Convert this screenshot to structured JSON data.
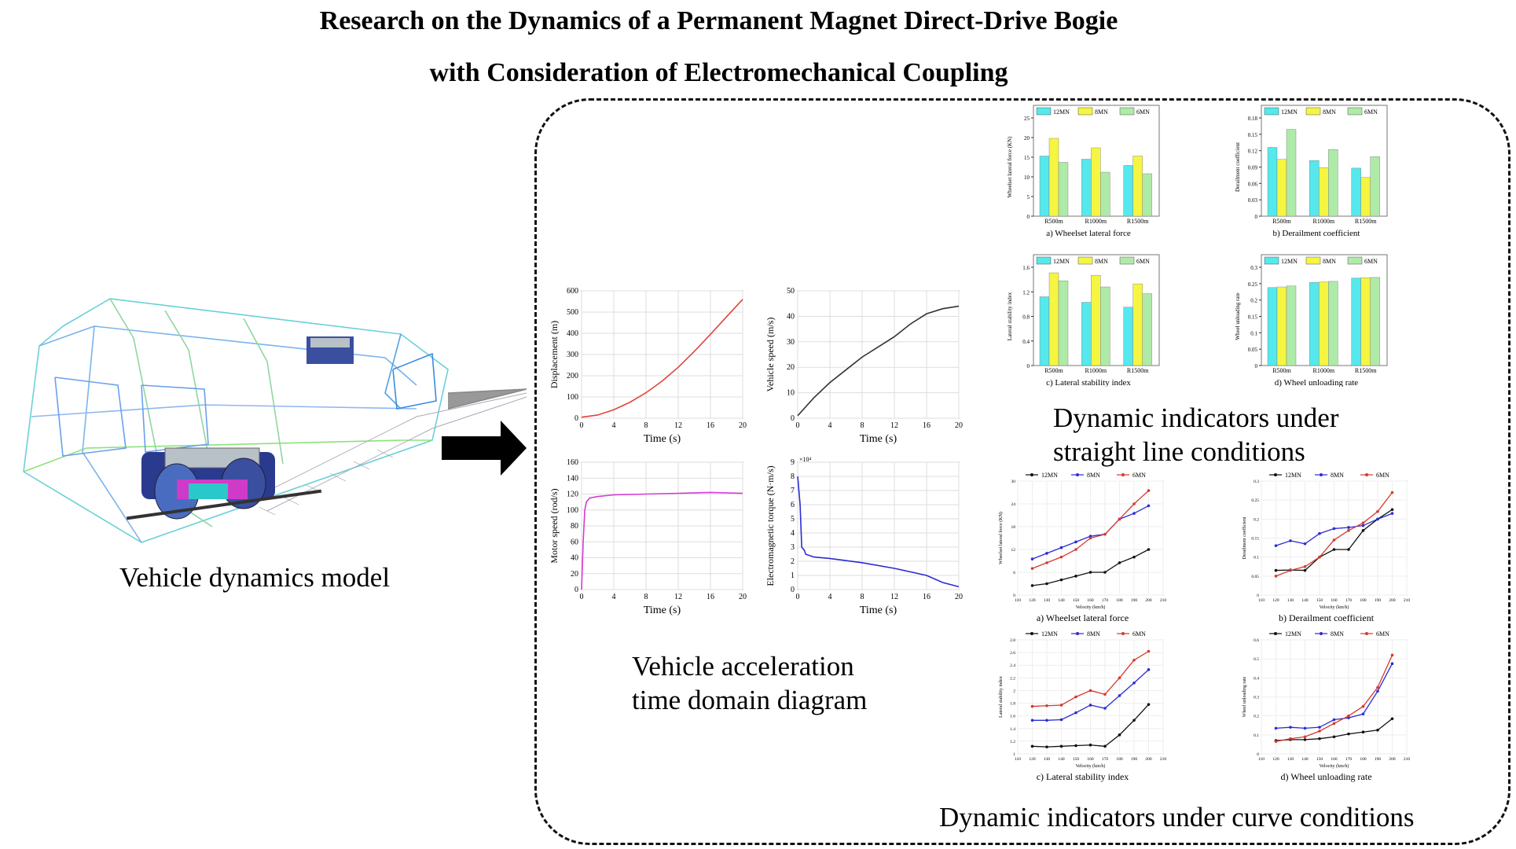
{
  "title_line1": "Research on the Dynamics of a Permanent Magnet Direct-Drive Bogie",
  "title_line2": "with Consideration of Electromechanical Coupling",
  "labels": {
    "model": "Vehicle dynamics model",
    "accel": "Vehicle acceleration\ntime domain diagram",
    "straight": "Dynamic indicators under\nstraight line conditions",
    "curve": "Dynamic indicators under curve conditions"
  },
  "colors": {
    "mn12": "#55e8ec",
    "mn8": "#f5f542",
    "mn6": "#aeeaa8",
    "line12": "#111111",
    "line8": "#2b2bd6",
    "line6": "#d63a2f"
  },
  "chart_data": [
    {
      "type": "line",
      "ylabel": "Displacement (m)",
      "xlabel": "Time (s)",
      "xlim": [
        0,
        20
      ],
      "ylim": [
        0,
        600
      ],
      "xticks": [
        0,
        4,
        8,
        12,
        16,
        20
      ],
      "yticks": [
        0,
        100,
        200,
        300,
        400,
        500,
        600
      ],
      "color": "#e0453a",
      "x": [
        0,
        2,
        4,
        6,
        8,
        10,
        12,
        14,
        16,
        18,
        20
      ],
      "y": [
        5,
        15,
        40,
        75,
        120,
        175,
        240,
        315,
        395,
        478,
        560
      ]
    },
    {
      "type": "line",
      "ylabel": "Vehicle speed (m/s)",
      "xlabel": "Time (s)",
      "xlim": [
        0,
        20
      ],
      "ylim": [
        0,
        50
      ],
      "xticks": [
        0,
        4,
        8,
        12,
        16,
        20
      ],
      "yticks": [
        0,
        10,
        20,
        30,
        40,
        50
      ],
      "color": "#333333",
      "x": [
        0,
        2,
        4,
        6,
        8,
        10,
        12,
        14,
        16,
        18,
        20
      ],
      "y": [
        1,
        8,
        14,
        19,
        24,
        28,
        32,
        37,
        41,
        43,
        44
      ]
    },
    {
      "type": "line",
      "ylabel": "Motor speed (rod/s)",
      "xlabel": "Time (s)",
      "xlim": [
        0,
        20
      ],
      "ylim": [
        0,
        160
      ],
      "xticks": [
        0,
        4,
        8,
        12,
        16,
        20
      ],
      "yticks": [
        0,
        20,
        40,
        60,
        80,
        100,
        120,
        140,
        160
      ],
      "color": "#d43ad6",
      "x": [
        0,
        0.2,
        0.4,
        0.6,
        1,
        2,
        4,
        8,
        12,
        16,
        20
      ],
      "y": [
        0,
        60,
        100,
        110,
        115,
        117,
        119,
        120,
        121,
        122,
        121
      ]
    },
    {
      "type": "line",
      "ylabel": "Electromagnetic torque (N·m/s)",
      "xlabel": "Time (s)",
      "xlim": [
        0,
        20
      ],
      "ylim": [
        0,
        9
      ],
      "multiplier": "×10⁴",
      "xticks": [
        0,
        4,
        8,
        12,
        16,
        20
      ],
      "yticks": [
        0,
        1,
        2,
        3,
        4,
        5,
        6,
        7,
        8,
        9
      ],
      "color": "#2b2bd6",
      "x": [
        0,
        0.3,
        0.5,
        0.8,
        1,
        2,
        4,
        8,
        12,
        16,
        18,
        20
      ],
      "y": [
        8,
        6,
        3,
        2.8,
        2.5,
        2.3,
        2.2,
        1.9,
        1.5,
        1.0,
        0.5,
        0.2
      ]
    },
    {
      "type": "bar",
      "ylabel": "Wheelset lateral force (KN)",
      "caption": "a) Wheelset lateral force",
      "ylim": [
        0,
        25
      ],
      "yticks": [
        0,
        5,
        10,
        15,
        20,
        25
      ],
      "categories": [
        "R500m",
        "R1000m",
        "R1500m"
      ],
      "series": [
        {
          "name": "12MN",
          "values": [
            15.3,
            14.5,
            12.9
          ]
        },
        {
          "name": "8MN",
          "values": [
            19.8,
            17.4,
            15.3
          ]
        },
        {
          "name": "6MN",
          "values": [
            13.7,
            11.2,
            10.8
          ]
        }
      ]
    },
    {
      "type": "bar",
      "ylabel": "Derailment coefficient",
      "caption": "b) Derailment coefficient",
      "ylim": [
        0,
        0.18
      ],
      "yticks": [
        0,
        0.03,
        0.06,
        0.09,
        0.12,
        0.15,
        0.18
      ],
      "categories": [
        "R500m",
        "R1000m",
        "R1500m"
      ],
      "series": [
        {
          "name": "12MN",
          "values": [
            0.126,
            0.102,
            0.088
          ]
        },
        {
          "name": "8MN",
          "values": [
            0.104,
            0.089,
            0.071
          ]
        },
        {
          "name": "6MN",
          "values": [
            0.159,
            0.122,
            0.109
          ]
        }
      ]
    },
    {
      "type": "bar",
      "ylabel": "Lateral stability index",
      "caption": "c) Lateral stability index",
      "ylim": [
        0,
        1.6
      ],
      "yticks": [
        0,
        0.4,
        0.8,
        1.2,
        1.6
      ],
      "categories": [
        "R500m",
        "R1000m",
        "R1500m"
      ],
      "series": [
        {
          "name": "12MN",
          "values": [
            1.12,
            1.03,
            0.95
          ]
        },
        {
          "name": "8MN",
          "values": [
            1.51,
            1.47,
            1.33
          ]
        },
        {
          "name": "6MN",
          "values": [
            1.38,
            1.28,
            1.17
          ]
        }
      ]
    },
    {
      "type": "bar",
      "ylabel": "Wheel unloading rate",
      "caption": "d) Wheel unloading rate",
      "ylim": [
        0,
        0.3
      ],
      "yticks": [
        0,
        0.05,
        0.1,
        0.15,
        0.2,
        0.25,
        0.3
      ],
      "categories": [
        "R500m",
        "R1000m",
        "R1500m"
      ],
      "series": [
        {
          "name": "12MN",
          "values": [
            0.238,
            0.254,
            0.267
          ]
        },
        {
          "name": "8MN",
          "values": [
            0.24,
            0.255,
            0.268
          ]
        },
        {
          "name": "6MN",
          "values": [
            0.243,
            0.257,
            0.269
          ]
        }
      ]
    },
    {
      "type": "line",
      "ylabel": "Wheelset lateral force (KN)",
      "xlabel": "Velocity (km/h)",
      "caption": "a) Wheelset lateral force",
      "xlim": [
        110,
        210
      ],
      "ylim": [
        0,
        30
      ],
      "xticks": [
        110,
        120,
        130,
        140,
        150,
        160,
        170,
        180,
        190,
        200,
        210
      ],
      "yticks": [
        0,
        6,
        12,
        18,
        24,
        30
      ],
      "x": [
        120,
        130,
        140,
        150,
        160,
        170,
        180,
        190,
        200
      ],
      "series": [
        {
          "name": "12MN",
          "values": [
            2.5,
            3,
            4,
            5,
            6,
            6,
            8.5,
            10,
            12
          ]
        },
        {
          "name": "8MN",
          "values": [
            9.5,
            11,
            12.5,
            14,
            15.5,
            16,
            20,
            21.5,
            23.5
          ]
        },
        {
          "name": "6MN",
          "values": [
            7,
            8.5,
            10,
            12,
            15,
            16,
            20,
            24,
            27.5
          ]
        }
      ]
    },
    {
      "type": "line",
      "ylabel": "Derailment coefficient",
      "xlabel": "Velocity (km/h)",
      "caption": "b) Derailment coefficient",
      "xlim": [
        110,
        210
      ],
      "ylim": [
        0,
        0.3
      ],
      "xticks": [
        110,
        120,
        130,
        140,
        150,
        160,
        170,
        180,
        190,
        200,
        210
      ],
      "yticks": [
        0,
        0.05,
        0.1,
        0.15,
        0.2,
        0.25,
        0.3
      ],
      "x": [
        120,
        130,
        140,
        150,
        160,
        170,
        180,
        190,
        200
      ],
      "series": [
        {
          "name": "12MN",
          "values": [
            0.065,
            0.066,
            0.065,
            0.1,
            0.12,
            0.12,
            0.17,
            0.2,
            0.225
          ]
        },
        {
          "name": "8MN",
          "values": [
            0.13,
            0.143,
            0.135,
            0.162,
            0.175,
            0.178,
            0.183,
            0.2,
            0.215
          ]
        },
        {
          "name": "6MN",
          "values": [
            0.05,
            0.065,
            0.075,
            0.1,
            0.145,
            0.17,
            0.19,
            0.22,
            0.27
          ]
        }
      ]
    },
    {
      "type": "line",
      "ylabel": "Lateral stability index",
      "xlabel": "Velocity (km/h)",
      "caption": "c) Lateral stability index",
      "xlim": [
        110,
        210
      ],
      "ylim": [
        1.0,
        2.8
      ],
      "xticks": [
        110,
        120,
        130,
        140,
        150,
        160,
        170,
        180,
        190,
        200,
        210
      ],
      "yticks": [
        1.0,
        1.2,
        1.4,
        1.6,
        1.8,
        2.0,
        2.2,
        2.4,
        2.6,
        2.8
      ],
      "x": [
        120,
        130,
        140,
        150,
        160,
        170,
        180,
        190,
        200
      ],
      "series": [
        {
          "name": "12MN",
          "values": [
            1.12,
            1.11,
            1.12,
            1.13,
            1.14,
            1.12,
            1.3,
            1.53,
            1.78
          ]
        },
        {
          "name": "8MN",
          "values": [
            1.53,
            1.53,
            1.54,
            1.65,
            1.77,
            1.72,
            1.92,
            2.12,
            2.33
          ]
        },
        {
          "name": "6MN",
          "values": [
            1.75,
            1.76,
            1.77,
            1.9,
            2.0,
            1.94,
            2.2,
            2.48,
            2.62
          ]
        }
      ]
    },
    {
      "type": "line",
      "ylabel": "Wheel unloading rate",
      "xlabel": "Velocity (km/h)",
      "caption": "d) Wheel unloading rate",
      "xlim": [
        110,
        210
      ],
      "ylim": [
        0,
        0.6
      ],
      "xticks": [
        110,
        120,
        130,
        140,
        150,
        160,
        170,
        180,
        190,
        200,
        210
      ],
      "yticks": [
        0,
        0.1,
        0.2,
        0.3,
        0.4,
        0.5,
        0.6
      ],
      "x": [
        120,
        130,
        140,
        150,
        160,
        170,
        180,
        190,
        200
      ],
      "series": [
        {
          "name": "12MN",
          "values": [
            0.07,
            0.075,
            0.075,
            0.08,
            0.09,
            0.105,
            0.115,
            0.125,
            0.185
          ]
        },
        {
          "name": "8MN",
          "values": [
            0.135,
            0.14,
            0.135,
            0.14,
            0.18,
            0.19,
            0.21,
            0.33,
            0.475
          ]
        },
        {
          "name": "6MN",
          "values": [
            0.065,
            0.08,
            0.09,
            0.12,
            0.16,
            0.2,
            0.25,
            0.35,
            0.52
          ]
        }
      ]
    }
  ]
}
